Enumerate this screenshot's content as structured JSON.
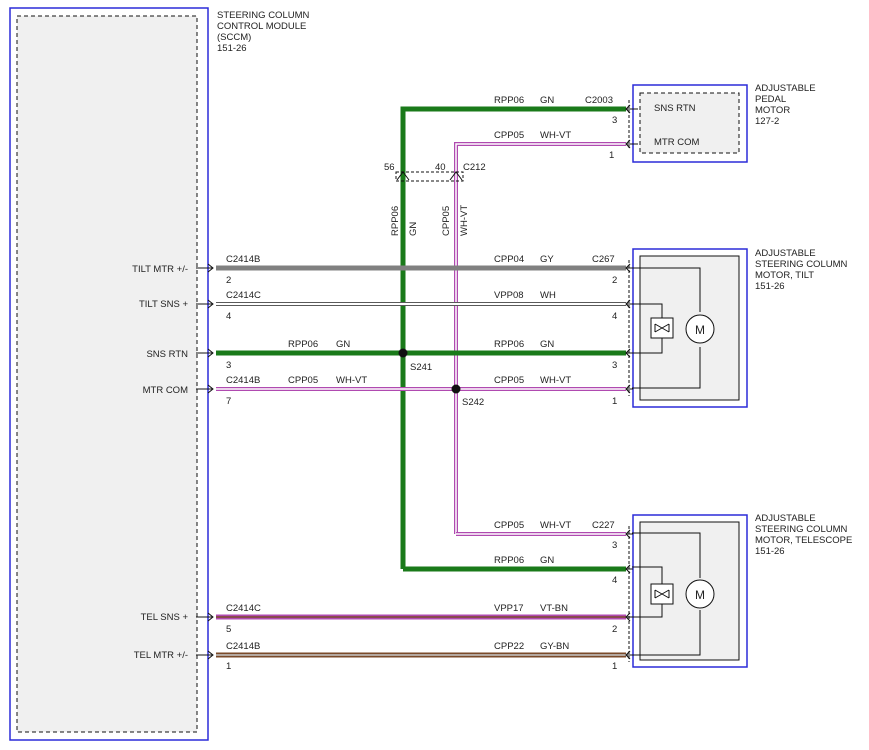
{
  "colors": {
    "module_border": "#2b2bd9",
    "dashed": "#111111",
    "wire_gn": "#1a7a1a",
    "wire_gy": "#808080",
    "wire_wh": "#ffffff",
    "wire_vt": "#b04ab0",
    "wire_bn": "#7a4a2a",
    "wire_outline": "#222222",
    "component_fill": "#f0f0f0"
  },
  "sccm": {
    "title_lines": [
      "STEERING COLUMN",
      "CONTROL MODULE",
      "(SCCM)",
      "151-26"
    ],
    "pins": {
      "tilt_mtr": "TILT MTR +/-",
      "tilt_sns": "TILT SNS +",
      "sns_rtn": "SNS RTN",
      "mtr_com": "MTR COM",
      "tel_sns": "TEL SNS +",
      "tel_mtr": "TEL MTR +/-"
    }
  },
  "pedal_motor": {
    "title_lines": [
      "ADJUSTABLE",
      "PEDAL",
      "MOTOR",
      "127-2"
    ],
    "connector": "C2003",
    "pins": [
      {
        "label": "SNS RTN",
        "num": "3"
      },
      {
        "label": "MTR COM",
        "num": "1"
      }
    ]
  },
  "tilt_motor": {
    "title_lines": [
      "ADJUSTABLE",
      "STEERING COLUMN",
      "MOTOR, TILT",
      "151-26"
    ],
    "connector": "C267",
    "pin_nums": [
      "2",
      "4",
      "3",
      "1"
    ],
    "motor_symbol": "M"
  },
  "telescope_motor": {
    "title_lines": [
      "ADJUSTABLE",
      "STEERING COLUMN",
      "MOTOR, TELESCOPE",
      "151-26"
    ],
    "connector": "C227",
    "pin_nums": [
      "3",
      "4",
      "2",
      "1"
    ],
    "motor_symbol": "M"
  },
  "c212": {
    "name": "C212",
    "pin_gn": "56",
    "pin_vt": "40",
    "gn_circuit": "RPP06",
    "gn_color": "GN",
    "vt_circuit": "CPP05",
    "vt_color": "WH-VT"
  },
  "splices": {
    "s241": "S241",
    "s242": "S242"
  },
  "wires": {
    "pedal_sns": {
      "circuit": "RPP06",
      "color": "GN"
    },
    "pedal_mtr": {
      "circuit": "CPP05",
      "color": "WH-VT"
    },
    "tilt_mtr": {
      "conn": "C2414B",
      "pin": "2",
      "circuit": "CPP04",
      "color": "GY"
    },
    "tilt_sns": {
      "conn": "C2414C",
      "pin": "4",
      "circuit": "VPP08",
      "color": "WH"
    },
    "sns_rtn": {
      "pin": "3",
      "circuit_left": "RPP06",
      "color_left": "GN",
      "circuit_right": "RPP06",
      "color_right": "GN"
    },
    "mtr_com": {
      "conn": "C2414B",
      "pin": "7",
      "circuit_left": "CPP05",
      "color_left": "WH-VT",
      "circuit_right": "CPP05",
      "color_right": "WH-VT"
    },
    "tel_mtr_com": {
      "circuit": "CPP05",
      "color": "WH-VT"
    },
    "tel_sns_rtn": {
      "circuit": "RPP06",
      "color": "GN"
    },
    "tel_sns": {
      "conn": "C2414C",
      "pin": "5",
      "circuit": "VPP17",
      "color": "VT-BN"
    },
    "tel_mtr": {
      "conn": "C2414B",
      "pin": "1",
      "circuit": "CPP22",
      "color": "GY-BN"
    }
  }
}
